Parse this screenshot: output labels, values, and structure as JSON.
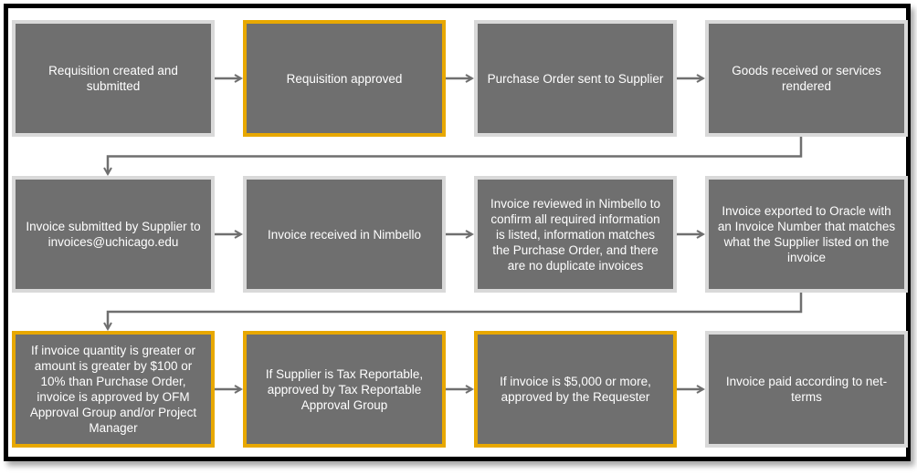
{
  "steps": [
    {
      "text": "Requisition created and submitted",
      "highlight": false
    },
    {
      "text": "Requisition approved",
      "highlight": true
    },
    {
      "text": "Purchase Order sent to Supplier",
      "highlight": false
    },
    {
      "text": "Goods received or services rendered",
      "highlight": false
    },
    {
      "text": "Invoice submitted by Supplier to invoices@uchicago.edu",
      "highlight": false
    },
    {
      "text": "Invoice received in Nimbello",
      "highlight": false
    },
    {
      "text": "Invoice reviewed in Nimbello to confirm all required information is listed, information matches the Purchase Order, and there are no duplicate invoices",
      "highlight": false
    },
    {
      "text": "Invoice exported to Oracle with an Invoice Number that matches what the Supplier listed on the invoice",
      "highlight": false
    },
    {
      "text": "If invoice quantity is greater or amount is greater by $100 or 10% than Purchase Order, invoice is approved by OFM Approval Group and/or Project Manager",
      "highlight": true
    },
    {
      "text": "If Supplier is Tax Reportable, approved by Tax Reportable Approval Group",
      "highlight": true
    },
    {
      "text": "If invoice is $5,000 or more, approved by the Requester",
      "highlight": true
    },
    {
      "text": "Invoice paid according to net-terms",
      "highlight": false
    }
  ],
  "colors": {
    "box": "#6f6f6f",
    "box_border": "#d9d9d9",
    "highlight": "#e8a800",
    "arrow": "#6f6f6f"
  }
}
